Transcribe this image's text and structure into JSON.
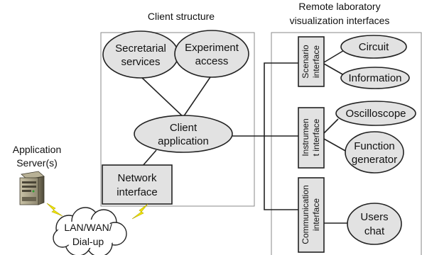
{
  "headings": {
    "client_structure": "Client structure",
    "remote_line1": "Remote laboratory",
    "remote_line2": "visualization interfaces"
  },
  "client": {
    "secretarial_line1": "Secretarial",
    "secretarial_line2": "services",
    "experiment_line1": "Experiment",
    "experiment_line2": "access",
    "app_line1": "Client",
    "app_line2": "application",
    "network_line1": "Network",
    "network_line2": "interface"
  },
  "server": {
    "label_line1": "Application",
    "label_line2": "Server(s)"
  },
  "cloud": {
    "line1": "LAN/WAN/",
    "line2": "Dial-up"
  },
  "interfaces": {
    "scenario_line1": "Scenario",
    "scenario_line2": "interface",
    "instrument_line1": "Instrumen",
    "instrument_line2": "t interface",
    "communication_line1": "Communication",
    "communication_line2": "interface",
    "circuit": "Circuit",
    "information": "Information",
    "oscilloscope": "Oscilloscope",
    "function_line1": "Function",
    "function_line2": "generator",
    "users_line1": "Users",
    "users_line2": "chat"
  },
  "colors": {
    "node_fill": "#e2e2e2",
    "stroke": "#222222",
    "lightning": "#f2e600"
  }
}
